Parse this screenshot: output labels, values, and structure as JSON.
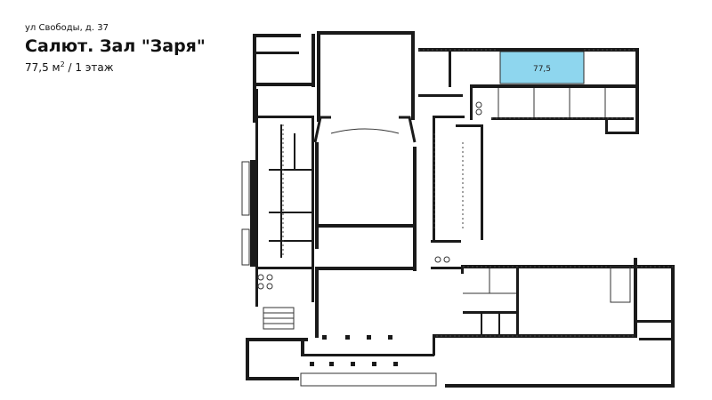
{
  "header": {
    "address": "ул Свободы, д. 37",
    "title": "Салют. Зал \"Заря\"",
    "area": "77,5 м",
    "area_sup": "2",
    "floor": "/ 1 этаж"
  },
  "room": {
    "label": "77,5",
    "fill_color": "#8ed6ee",
    "stroke_color": "#2a2a2a"
  },
  "colors": {
    "wall": "#1a1a1a",
    "background": "#ffffff"
  }
}
